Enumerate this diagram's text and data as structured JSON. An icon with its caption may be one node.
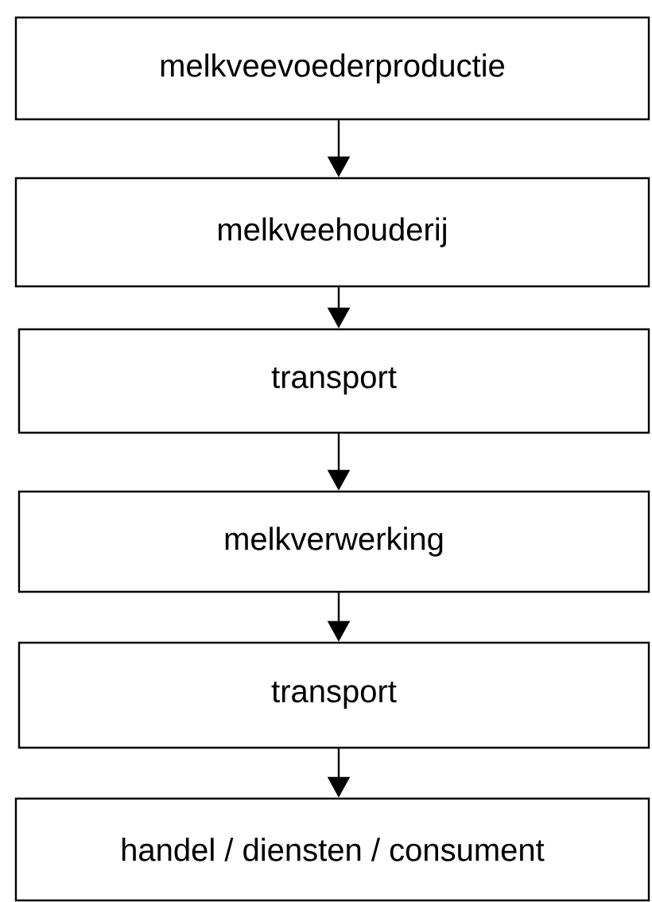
{
  "diagram": {
    "nodes": [
      {
        "text": [
          "melkveevoederproductie"
        ]
      },
      {
        "text": [
          "melkveehouderij"
        ]
      },
      {
        "text": [
          "transport"
        ]
      },
      {
        "text": [
          "melkverwerking"
        ]
      },
      {
        "text": [
          "transport"
        ]
      },
      {
        "text": [
          "handel / diensten / consument"
        ]
      }
    ],
    "edges": [
      {
        "from": 0,
        "to": 1,
        "arrow": "to"
      },
      {
        "from": 1,
        "to": 2,
        "arrow": "to"
      },
      {
        "from": 2,
        "to": 3,
        "arrow": "to"
      },
      {
        "from": 3,
        "to": 4,
        "arrow": "to"
      },
      {
        "from": 4,
        "to": 5,
        "arrow": "to"
      }
    ]
  }
}
